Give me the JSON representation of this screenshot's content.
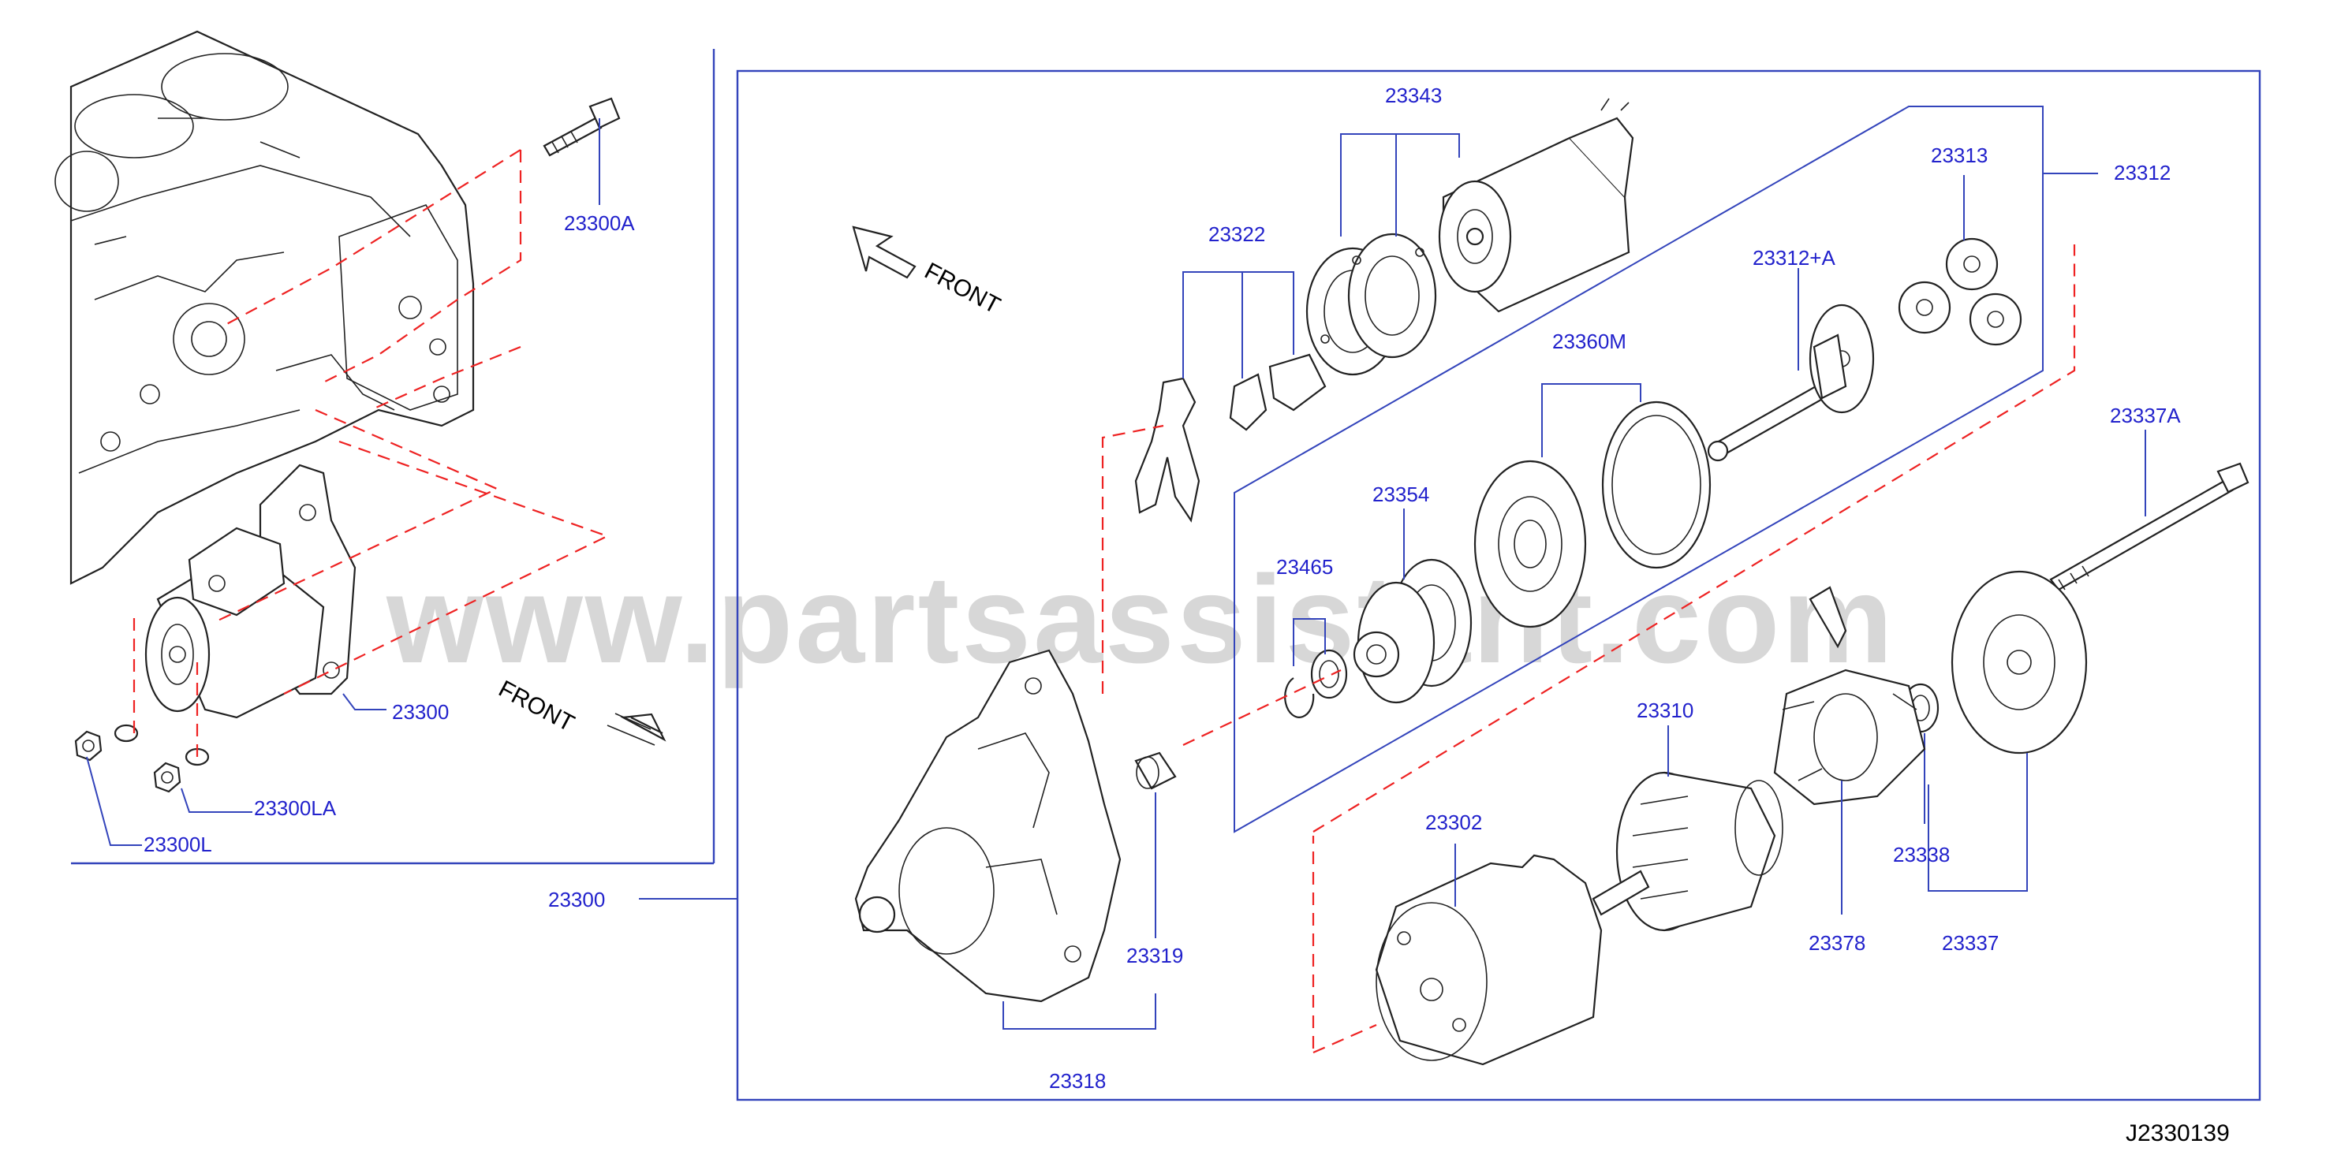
{
  "watermark": "www.partsassistant.com",
  "figure_number": "J2330139",
  "front_labels": {
    "top": "FRONT",
    "left": "FRONT"
  },
  "labels": {
    "p23300A": "23300A",
    "p23300": "23300",
    "p23300LA": "23300LA",
    "p23300L": "23300L",
    "p23300_assembly": "23300",
    "p23343": "23343",
    "p23322": "23322",
    "p23313": "23313",
    "p23312": "23312",
    "p23312A": "23312+A",
    "p23360M": "23360M",
    "p23354": "23354",
    "p23465": "23465",
    "p23337A": "23337A",
    "p23310": "23310",
    "p23302": "23302",
    "p23338": "23338",
    "p23378": "23378",
    "p23337": "23337",
    "p23319": "23319",
    "p23318": "23318"
  },
  "colors": {
    "label_blue": "#2222cc",
    "leader_blue": "#3344bb",
    "dashed_red": "#ee2222",
    "watermark_grey": "#d7d7d7"
  }
}
